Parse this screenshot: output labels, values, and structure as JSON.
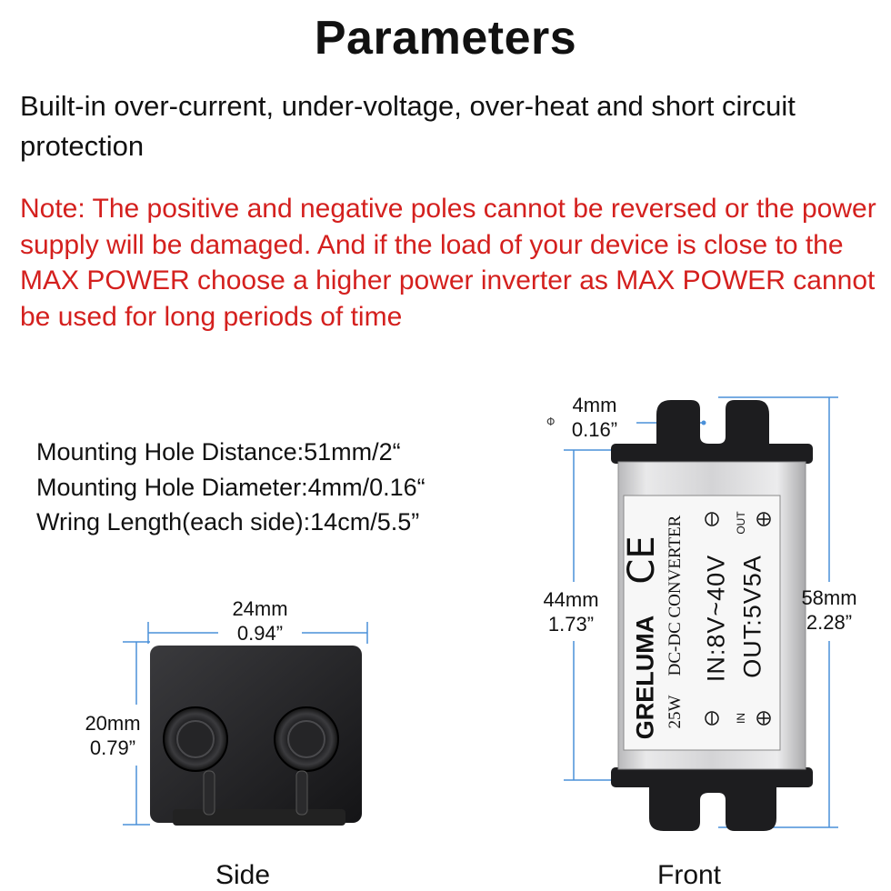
{
  "title": "Parameters",
  "intro": "Built-in over-current, under-voltage, over-heat and short circuit protection",
  "note": "Note: The positive and negative poles cannot be reversed or the power supply will be damaged. And if the load of your device is close to the MAX POWER choose a higher power inverter as MAX POWER cannot be used for long periods of time",
  "specs": [
    "Mounting Hole Distance:51mm/2“",
    "Mounting Hole Diameter:4mm/0.16“",
    "Wring Length(each side):14cm/5.5”"
  ],
  "side_view": {
    "width_mm": "24mm",
    "width_in": "0.94”",
    "height_mm": "20mm",
    "height_in": "0.79”",
    "caption": "Side"
  },
  "front_view": {
    "hole_mm": "4mm",
    "hole_in": "0.16”",
    "body_mm": "44mm",
    "body_in": "1.73”",
    "total_mm": "58mm",
    "total_in": "2.28”",
    "caption": "Front"
  },
  "label": {
    "brand": "GRELUMA",
    "ce_mark": "CE",
    "power": "25W",
    "type": "DC-DC CONVERTER",
    "input": "IN:8V~40V",
    "output": "OUT:5V5A",
    "out_tag": "OUT",
    "in_tag": "IN"
  },
  "colors": {
    "note_red": "#d4201e",
    "dimension_blue": "#4a90d9",
    "housing_black": "#1d1d1f",
    "casing_silver": "#d8d8d8"
  }
}
